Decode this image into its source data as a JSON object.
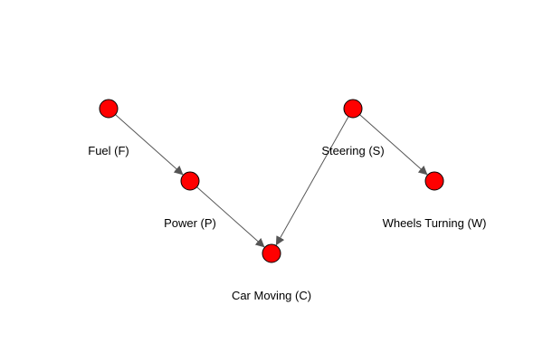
{
  "diagram": {
    "nodes": [
      {
        "id": "fuel",
        "label": "Fuel (F)"
      },
      {
        "id": "power",
        "label": "Power (P)"
      },
      {
        "id": "car",
        "label": "Car Moving (C)"
      },
      {
        "id": "steering",
        "label": "Steering (S)"
      },
      {
        "id": "wheels",
        "label": "Wheels Turning (W)"
      }
    ],
    "edges": [
      {
        "from": "fuel",
        "to": "power"
      },
      {
        "from": "power",
        "to": "car"
      },
      {
        "from": "steering",
        "to": "car"
      },
      {
        "from": "steering",
        "to": "wheels"
      }
    ],
    "colors": {
      "node_fill": "#ff0000",
      "node_stroke": "#000000",
      "edge": "#555555"
    }
  }
}
